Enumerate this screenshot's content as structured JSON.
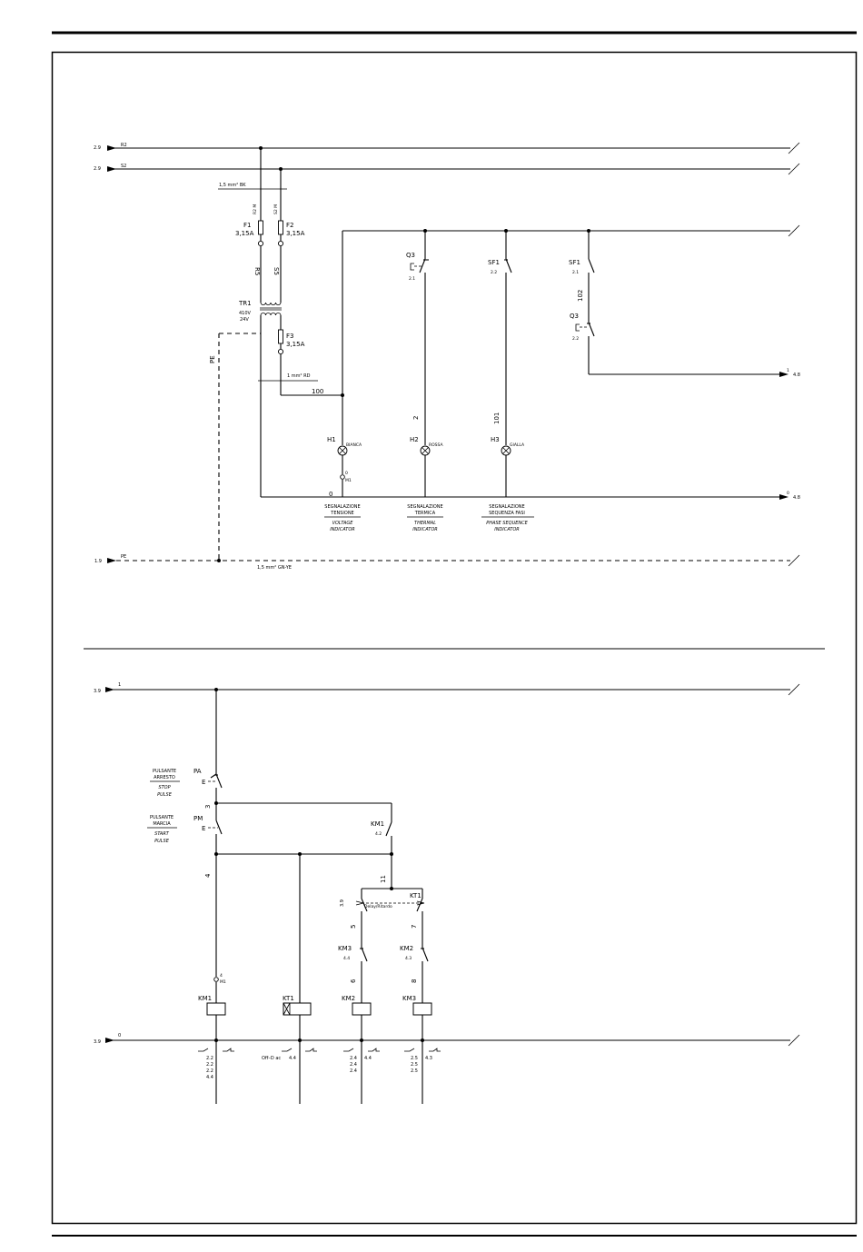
{
  "refs": {
    "r2": "2.9",
    "s2": "2.9",
    "pe": "1.9",
    "out1": "4.8",
    "out0": "4.8",
    "in1": "3.9",
    "in0": "3.9"
  },
  "wires": {
    "r2": "R2",
    "s2": "S2",
    "pe": "PE",
    "bk": "1,5 mm² BK",
    "rd": "1 mm² RD",
    "gnye": "1,5 mm² GN-YE",
    "n100": "100",
    "n0": "0",
    "n2": "2",
    "n101": "101",
    "n102": "102",
    "r5": "R5",
    "s5": "S5",
    "pe_v": "PE",
    "n1_top": "1",
    "n0_top": "0",
    "b1": "1",
    "b0": "0",
    "n3": "3",
    "n4": "4",
    "n11": "11",
    "n5": "5",
    "n6": "6",
    "n7": "7",
    "n8": "8",
    "n4t": "4",
    "n0b": "0"
  },
  "components": {
    "f1": "F1",
    "f1v": "3,15A",
    "f2": "F2",
    "f2v": "3,15A",
    "f1t": "R2 M",
    "f2t": "S2 M",
    "tr1": "TR1",
    "tr1a": "410V",
    "tr1b": "24V",
    "f3": "F3",
    "f3v": "3,15A",
    "q3a": "Q3",
    "q3a_r": "2.1",
    "sf1a": "SF1",
    "sf1a_r": "2.2",
    "sf1b": "SF1",
    "sf1b_r": "2.1",
    "q3b": "Q3",
    "q3b_r": "2.2",
    "h1": "H1",
    "h1c": "BIANCA",
    "h2": "H2",
    "h2c": "ROSSA",
    "h3": "H3",
    "h3c": "GIALLA",
    "m1a": "M1",
    "m1a_n": "0",
    "pa": "PA",
    "pm": "PM",
    "e1": "E",
    "e2": "E",
    "km1c": "KM1",
    "km1c_r": "4.2",
    "kt1": "KT1",
    "kt1_n": "Delay/Ritardo",
    "km3c": "KM3",
    "km3c_r": "4.4",
    "km2c": "KM2",
    "km2c_r": "4.3",
    "m1b": "M1",
    "m1b_n": "4",
    "km1": "KM1",
    "kt11": "KT1",
    "km2": "KM2",
    "km3": "KM3"
  },
  "captions": {
    "volt_it1": "SEGNALAZIONE",
    "volt_it2": "TENSIONE",
    "volt_en1": "VOLTAGE",
    "volt_en2": "INDICATOR",
    "term_it1": "SEGNALAZIONE",
    "term_it2": "TERMICA",
    "term_en1": "THERMAL",
    "term_en2": "INDICATOR",
    "phase_it1": "SEGNALAZIONE",
    "phase_it2": "SEQUENZA FASI",
    "phase_en1": "PHASE SEQUENCE",
    "phase_en2": "INDICATOR",
    "stop_it1": "PULSANTE",
    "stop_it2": "ARRESTO",
    "stop_en1": "STOP",
    "stop_en2": "PULSE",
    "start_it1": "PULSANTE",
    "start_it2": "MARCIA",
    "start_en1": "START",
    "start_en2": "PULSE"
  },
  "xrefs": {
    "km1": [
      "2.2",
      "2.2",
      "2.2",
      "4.4"
    ],
    "kt1_label": "Off–D ac",
    "kt1_ref": "4.4",
    "km2_left": [
      "2.4",
      "2.4",
      "2.4"
    ],
    "km2_right": "4.4",
    "km3_left": [
      "2.5",
      "2.5",
      "2.5"
    ],
    "km3_right": "4.3"
  }
}
